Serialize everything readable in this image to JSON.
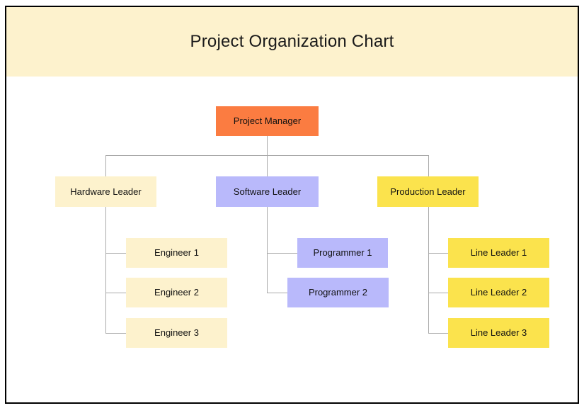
{
  "title": "Project Organization Chart",
  "colors": {
    "banner_bg": "#fdf2cd",
    "frame_border": "#000000",
    "connector": "#a9a9a9",
    "root": "#fb7c41",
    "hardware": "#fdf2cd",
    "software": "#b9b9fb",
    "production": "#fbe34d",
    "text": "#111111"
  },
  "chart_data": {
    "type": "org-chart",
    "title": "Project Organization Chart",
    "root": {
      "label": "Project Manager",
      "color": "#fb7c41"
    },
    "branches": [
      {
        "label": "Hardware Leader",
        "color": "#fdf2cd",
        "children": [
          {
            "label": "Engineer 1",
            "color": "#fdf2cd"
          },
          {
            "label": "Engineer 2",
            "color": "#fdf2cd"
          },
          {
            "label": "Engineer 3",
            "color": "#fdf2cd"
          }
        ]
      },
      {
        "label": "Software Leader",
        "color": "#b9b9fb",
        "children": [
          {
            "label": "Programmer 1",
            "color": "#b9b9fb"
          },
          {
            "label": "Programmer 2",
            "color": "#b9b9fb"
          }
        ]
      },
      {
        "label": "Production Leader",
        "color": "#fbe34d",
        "children": [
          {
            "label": "Line Leader 1",
            "color": "#fbe34d"
          },
          {
            "label": "Line Leader 2",
            "color": "#fbe34d"
          },
          {
            "label": "Line Leader 3",
            "color": "#fbe34d"
          }
        ]
      }
    ]
  }
}
